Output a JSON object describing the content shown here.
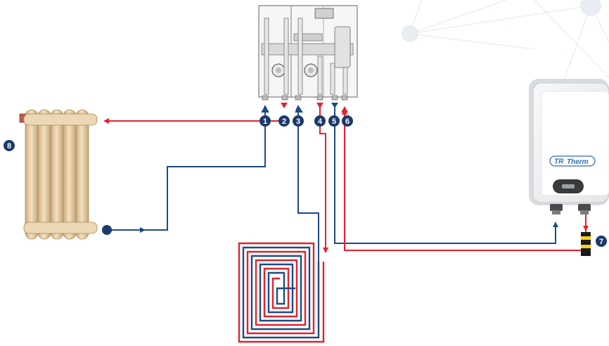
{
  "diagram": {
    "labels": [
      "1",
      "2",
      "3",
      "4",
      "5",
      "6",
      "7",
      "8"
    ],
    "boiler_brand": "Therm",
    "boiler_logo": "TR",
    "colors": {
      "supply": "#e3222d",
      "return": "#1c4b82",
      "badge": "#1c3a6b",
      "radiator": "#e6cfa9",
      "unit_body": "#f4f5f6",
      "background_network": "#eef0f3"
    }
  }
}
